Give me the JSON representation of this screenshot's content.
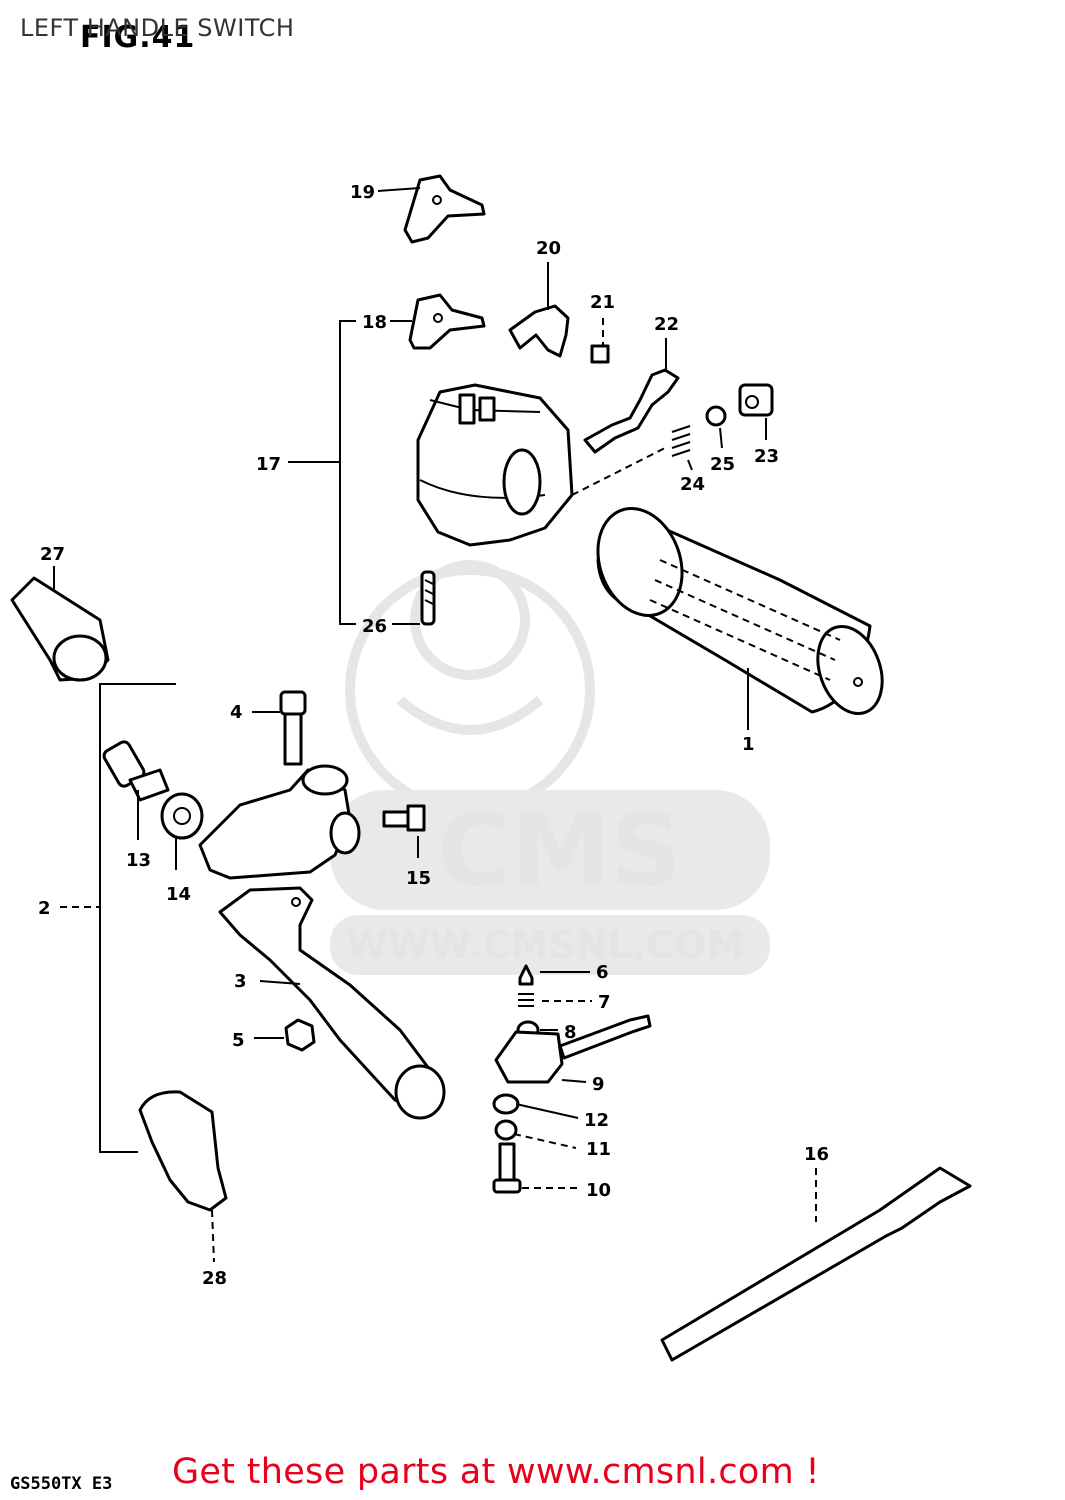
{
  "page": {
    "title": "LEFT HANDLE SWITCH",
    "figure_label": "FIG.41",
    "model_code": "GS550TX  E3",
    "cta": "Get these parts at www.cmsnl.com !"
  },
  "watermark": {
    "brand": "CMS",
    "url": "WWW.CMSNL.COM"
  },
  "callouts": [
    "1",
    "2",
    "3",
    "4",
    "5",
    "6",
    "7",
    "8",
    "9",
    "10",
    "11",
    "12",
    "13",
    "14",
    "15",
    "16",
    "17",
    "18",
    "19",
    "20",
    "21",
    "22",
    "23",
    "24",
    "25",
    "26",
    "27",
    "28"
  ]
}
